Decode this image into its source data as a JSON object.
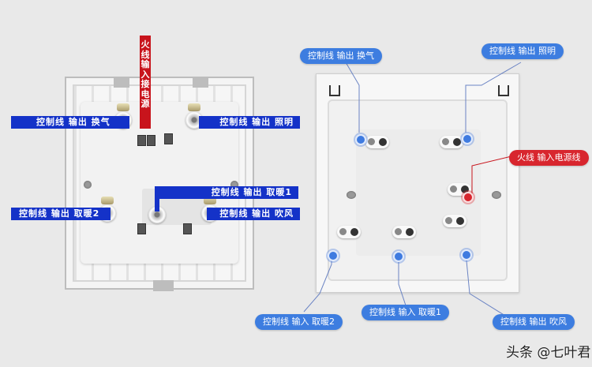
{
  "left_diagram": {
    "red_vertical_label": "火线 输入 接电源",
    "labels": {
      "top_left": "控制线  输出  换气",
      "top_right": "控制线  输出  照明",
      "middle_right": "控制线  输出  取暖1",
      "bottom_left": "控制线  输出  取暖2",
      "bottom_right": "控制线  输出  吹风"
    },
    "colors": {
      "bar": "#1432c8",
      "live": "#c8141c"
    }
  },
  "right_diagram": {
    "labels": {
      "top_left": "控制线  输出  换气",
      "top_right": "控制线  输出  照明",
      "live": "火线 输入电源线",
      "bottom_left": "控制线  输入  取暖2",
      "bottom_middle": "控制线  输入  取暖1",
      "bottom_right": "控制线  输出  吹风"
    },
    "colors": {
      "pill": "#3d7de0",
      "live": "#d8262e"
    }
  },
  "watermark": "头条 @七叶君"
}
